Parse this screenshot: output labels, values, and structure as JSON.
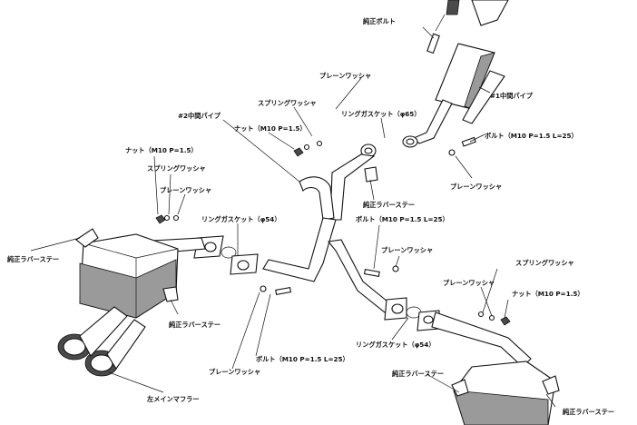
{
  "diagram": {
    "labels": {
      "junsei_bolt_top": "純正ボルト",
      "plain_washer_top": "プレーンワッシャ",
      "mid_pipe_1": "#1中間パイプ",
      "spring_washer_a": "スプリングワッシャ",
      "ring_gasket_65": "リングガスケット（φ65）",
      "mid_pipe_2": "#2中間パイプ",
      "nut_a": "ナット（M10 P=1.5）",
      "bolt_right_top": "ボルト（M10 P=1.5 L=25）",
      "nut_b": "ナット（M10 P=1.5）",
      "spring_washer_b": "スプリングワッシャ",
      "plain_washer_right_top": "プレーンワッシャ",
      "junsei_rubber_stay_center": "純正ラバーステー",
      "plain_washer_b": "プレーンワッシャ",
      "bolt_center": "ボルト（M10 P=1.5 L=25）",
      "ring_gasket_54_left": "リングガスケット（φ54）",
      "plain_washer_center": "プレーンワッシャ",
      "junsei_rubber_stay_left": "純正ラバーステー",
      "spring_washer_right": "スプリングワッシャ",
      "plain_washer_right": "プレーンワッシャ",
      "nut_right": "ナット（M10 P=1.5）",
      "junsei_rubber_stay_left_lower": "純正ラバーステー",
      "ring_gasket_54_right": "リングガスケット（φ54）",
      "bolt_bottom": "ボルト（M10 P=1.5 L=25）",
      "plain_washer_bottom": "プレーンワッシャ",
      "left_main_muffler": "左メインマフラー",
      "junsei_rubber_stay_bottom_mid": "純正ラバーステー",
      "junsei_rubber_stay_bottom_right": "純正ラバーステー"
    }
  }
}
